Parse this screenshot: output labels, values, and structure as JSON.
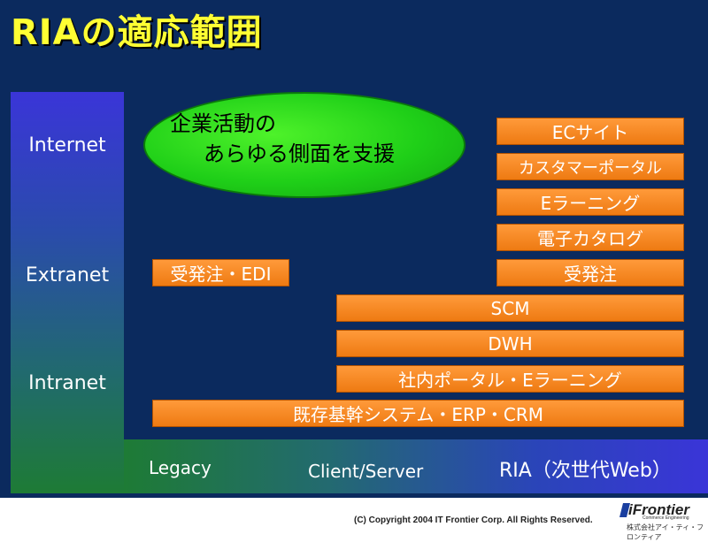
{
  "title": "RIAの適応範囲",
  "yaxis": {
    "internet": "Internet",
    "extranet": "Extranet",
    "intranet": "Intranet"
  },
  "xaxis": {
    "legacy": "Legacy",
    "client_server": "Client/Server",
    "ria": "RIA（次世代Web）"
  },
  "ellipse": {
    "line1": "企業活動の",
    "line2": "あらゆる側面を支援"
  },
  "bars": {
    "ec_site": "ECサイト",
    "customer_portal": "カスタマーポータル",
    "e_learning": "Eラーニング",
    "e_catalog": "電子カタログ",
    "order_receiving": "受発注",
    "order_edi": "受発注・EDI",
    "scm": "SCM",
    "dwh": "DWH",
    "intranet_portal": "社内ポータル・Eラーニング",
    "legacy_systems": "既存基幹システム・ERP・CRM"
  },
  "colors": {
    "background": "#0b2a5e",
    "title": "#ffff33",
    "bar": "#ee7a12",
    "ellipse": "#1fcf18"
  },
  "footer": {
    "copyright": "(C) Copyright 2004 IT Frontier Corp. All Rights Reserved.",
    "logo_text": "iFrontier",
    "logo_tagline": "Commerce Engineering",
    "logo_company": "株式会社アイ・ティ・フロンティア"
  }
}
